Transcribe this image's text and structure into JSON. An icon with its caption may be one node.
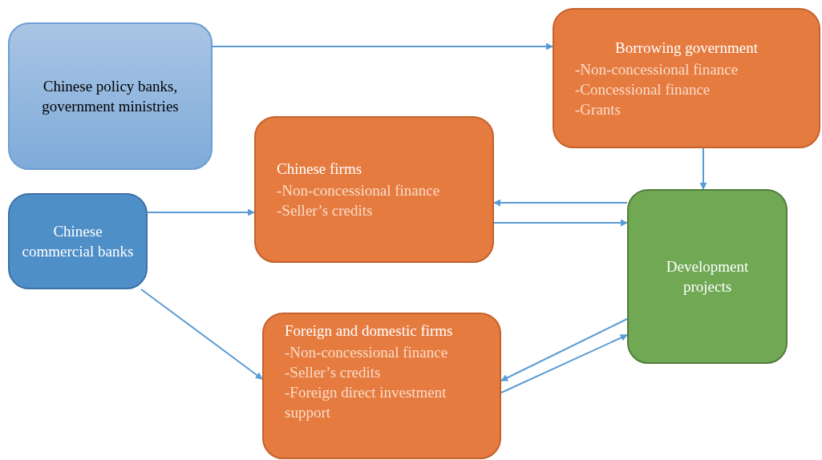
{
  "diagram": {
    "nodes": [
      {
        "text": [
          "Chinese policy banks, government ministries"
        ]
      },
      {
        "text": [
          "Borrowing government",
          "-Non-concessional finance",
          "-Concessional finance",
          "-Grants"
        ]
      },
      {
        "text": [
          "Chinese firms",
          "-Non-concessional finance",
          "-Seller’s credits"
        ]
      },
      {
        "text": [
          "Chinese commercial banks"
        ]
      },
      {
        "text": [
          "Development projects"
        ]
      },
      {
        "text": [
          "Foreign and domestic firms",
          "-Non-concessional finance",
          "-Seller’s credits",
          "-Foreign direct investment support"
        ]
      }
    ],
    "edges": [
      {
        "from": 0,
        "to": 1,
        "arrow": "to"
      },
      {
        "from": 1,
        "to": 4,
        "arrow": "to"
      },
      {
        "from": 4,
        "to": 2,
        "arrow": "to"
      },
      {
        "from": 2,
        "to": 4,
        "arrow": "to"
      },
      {
        "from": 3,
        "to": 2,
        "arrow": "to"
      },
      {
        "from": 3,
        "to": 5,
        "arrow": "to"
      },
      {
        "from": 4,
        "to": 5,
        "arrow": "to"
      },
      {
        "from": 5,
        "to": 4,
        "arrow": "to"
      }
    ]
  }
}
